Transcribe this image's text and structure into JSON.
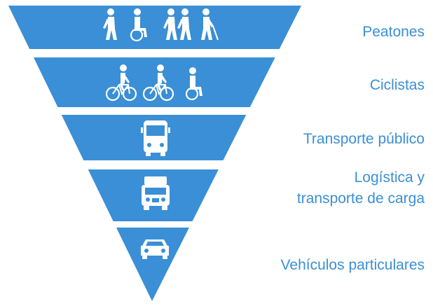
{
  "colors": {
    "tier_fill": "#3a8fd6",
    "label_text": "#3a8fd6",
    "icon_fill": "#ffffff"
  },
  "tiers": [
    {
      "label_lines": [
        "Peatones"
      ],
      "icons": [
        "pedestrian-icon",
        "wheelchair-user-icon",
        "group-walking-icon",
        "blind-person-with-cane-icon"
      ]
    },
    {
      "label_lines": [
        "Ciclistas"
      ],
      "icons": [
        "cyclist-icon",
        "cyclist-icon",
        "wheelchair-user-icon"
      ]
    },
    {
      "label_lines": [
        "Transporte público"
      ],
      "icons": [
        "bus-icon"
      ]
    },
    {
      "label_lines": [
        "Logística y",
        "transporte de carga"
      ],
      "icons": [
        "truck-icon"
      ]
    },
    {
      "label_lines": [
        "Vehículos particulares"
      ],
      "icons": [
        "car-icon"
      ]
    }
  ]
}
